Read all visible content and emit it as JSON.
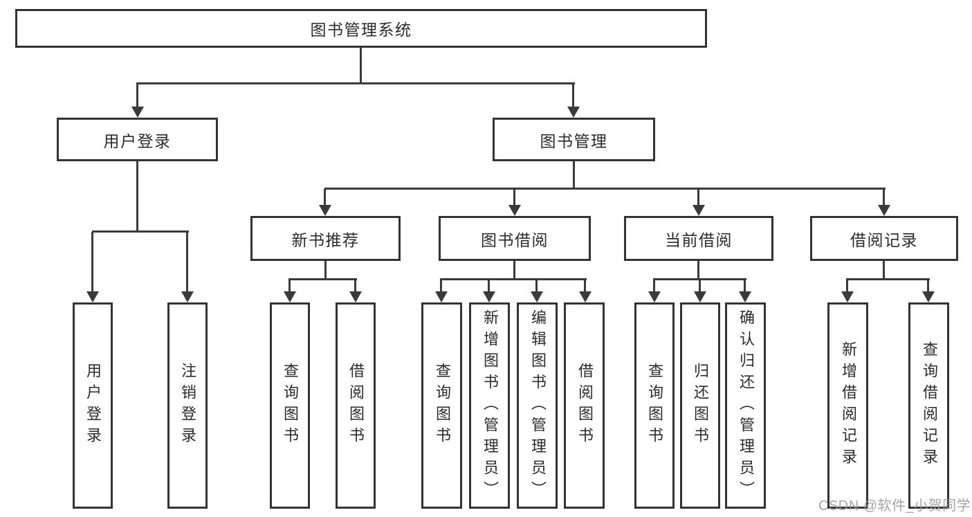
{
  "tree": {
    "root": "图书管理系统",
    "branches": [
      {
        "label": "用户登录",
        "leaves": [
          "用户登录",
          "注销登录"
        ]
      },
      {
        "label": "图书管理",
        "groups": [
          {
            "label": "新书推荐",
            "leaves": [
              "查询图书",
              "借阅图书"
            ]
          },
          {
            "label": "图书借阅",
            "leaves": [
              "查询图书",
              "新增图书（管理员）",
              "编辑图书（管理员）",
              "借阅图书"
            ]
          },
          {
            "label": "当前借阅",
            "leaves": [
              "查询图书",
              "归还图书",
              "确认归还（管理员）"
            ]
          },
          {
            "label": "借阅记录",
            "leaves": [
              "新增借阅记录",
              "查询借阅记录"
            ]
          }
        ]
      }
    ]
  },
  "watermark": "CSDN @软件_小贺同学",
  "colors": {
    "box_border": "#333333",
    "line": "#3a3a3a",
    "text": "#2b2b2b",
    "watermark": "#9c9c9c",
    "background": "#ffffff"
  }
}
